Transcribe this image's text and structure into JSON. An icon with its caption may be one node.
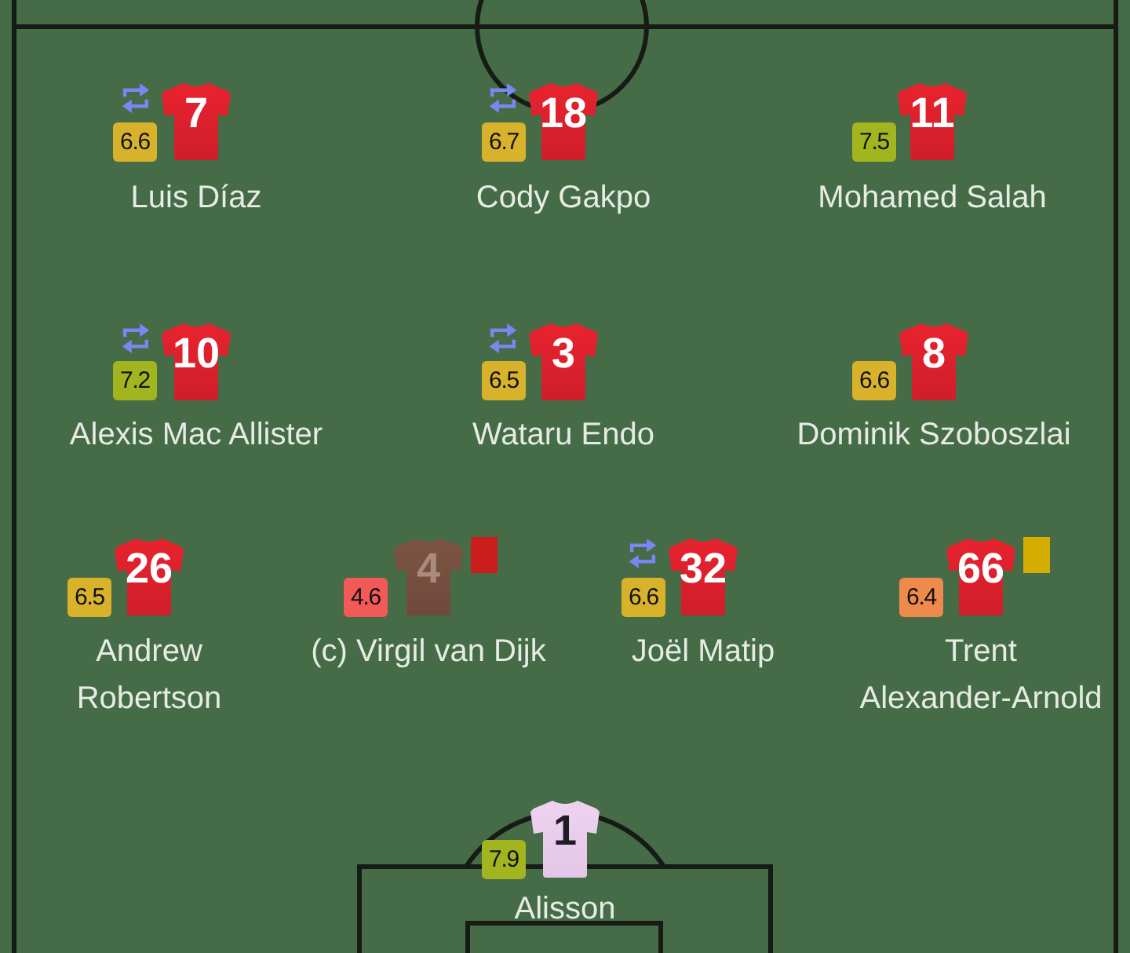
{
  "diagram": {
    "nodes": [
      {
        "text": [
          "6.6"
        ]
      },
      {
        "text": [
          "7"
        ],
        "beside": [
          "Luis Díaz"
        ]
      },
      {
        "text": [
          "6.7"
        ]
      },
      {
        "text": [
          "18"
        ],
        "beside": [
          "Cody Gakpo"
        ]
      },
      {
        "text": [
          "7.5"
        ]
      },
      {
        "text": [
          "11"
        ],
        "beside": [
          "Mohamed Salah"
        ]
      },
      {
        "text": [
          "7.2"
        ]
      },
      {
        "text": [
          "10"
        ],
        "beside": [
          "Alexis Mac Allister"
        ]
      },
      {
        "text": [
          "6.5"
        ]
      },
      {
        "text": [
          "3"
        ],
        "beside": [
          "Wataru Endo"
        ]
      },
      {
        "text": [
          "6.6"
        ]
      },
      {
        "text": [
          "8"
        ],
        "beside": [
          "Dominik Szoboszlai"
        ]
      },
      {
        "text": [
          "6.5"
        ]
      },
      {
        "text": [
          "26"
        ],
        "beside": [
          "Andrew Robertson"
        ]
      },
      {
        "text": [
          "4.6"
        ]
      },
      {
        "text": [
          "4"
        ],
        "beside": [
          "(c) Virgil van Dijk"
        ]
      },
      {
        "text": [
          "6.6"
        ]
      },
      {
        "text": [
          "32"
        ],
        "beside": [
          "Joël Matip"
        ]
      },
      {
        "text": [
          "6.4"
        ]
      },
      {
        "text": [
          "66"
        ],
        "beside": [
          "Trent Alexander-Arnold"
        ]
      },
      {
        "text": [
          "7.9"
        ]
      },
      {
        "text": [
          "1"
        ],
        "beside": [
          "Alisson"
        ]
      }
    ]
  }
}
